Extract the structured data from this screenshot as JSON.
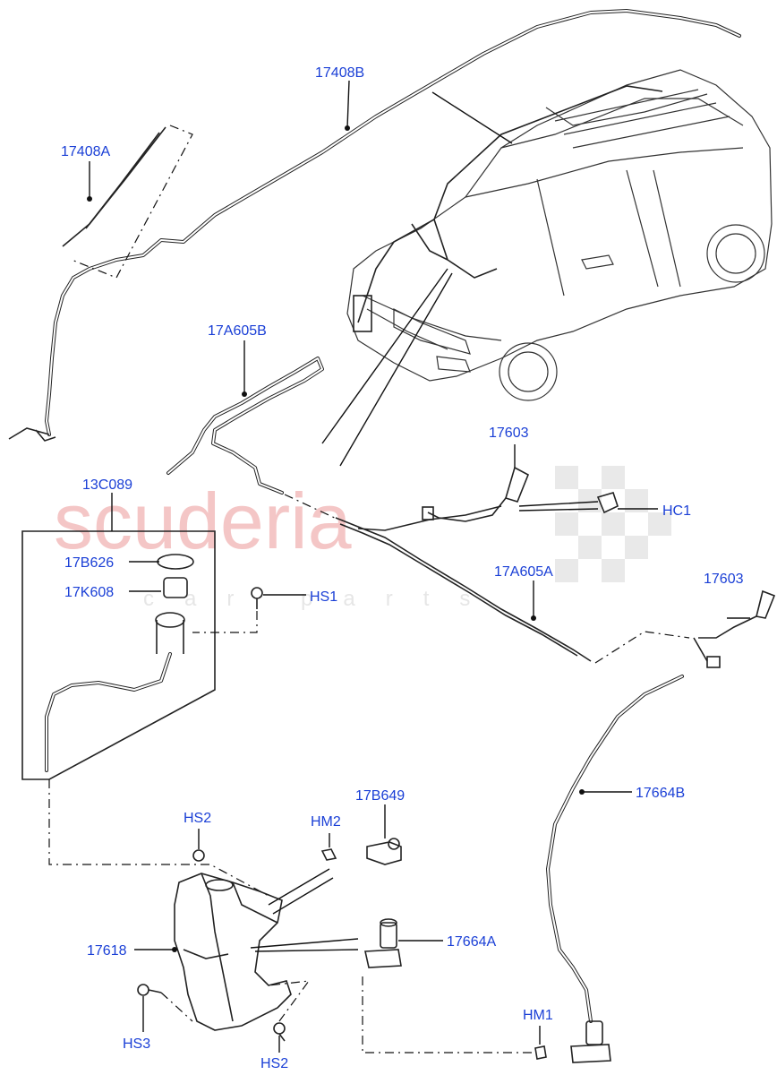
{
  "watermark": {
    "brand": "scuderia",
    "sub": "car parts"
  },
  "labels": {
    "l17408B": "17408B",
    "l17408A": "17408A",
    "l17A605B": "17A605B",
    "l13C089": "13C089",
    "l17B626": "17B626",
    "l17K608": "17K608",
    "lHS1": "HS1",
    "l17603a": "17603",
    "lHC1": "HC1",
    "l17A605A": "17A605A",
    "l17603b": "17603",
    "l17664B": "17664B",
    "l17B649": "17B649",
    "lHM2": "HM2",
    "lHS2a": "HS2",
    "l17618": "17618",
    "l17664A": "17664A",
    "lHS3": "HS3",
    "lHS2b": "HS2",
    "lHM1": "HM1"
  },
  "colors": {
    "label": "#1a3fd6",
    "line": "#222222",
    "watermark": "#f4c6c6"
  }
}
